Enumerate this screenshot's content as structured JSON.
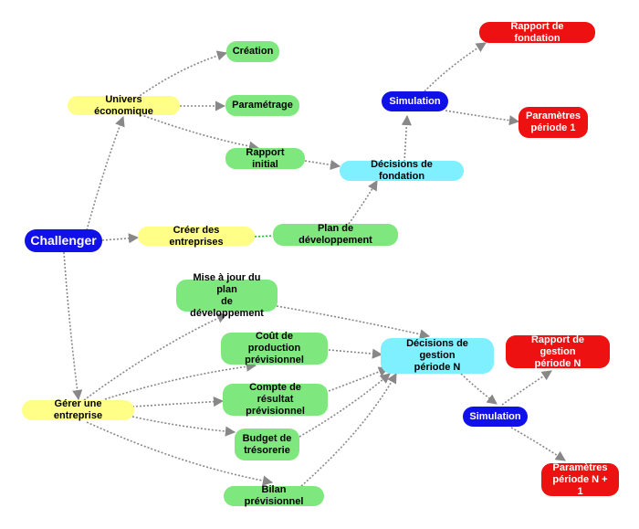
{
  "nodes": {
    "challenger": "Challenger",
    "univers": "Univers économique",
    "creation": "Création",
    "parametrage": "Paramétrage",
    "rapport_initial": "Rapport initial",
    "creer": "Créer des entreprises",
    "plan_dev": "Plan de développement",
    "decisions_fondation": "Décisions de fondation",
    "simulation_1": "Simulation",
    "rapport_fondation": "Rapport de fondation",
    "param_p1": "Paramètres\npériode 1",
    "gerer": "Gérer une entreprise",
    "maj_plan": "Mise à jour du plan\nde développement",
    "cout_prod": "Coût de production\nprévisionnel",
    "compte_res": "Compte de résultat\nprévisionnel",
    "budget": "Budget de\ntrésorerie",
    "bilan": "Bilan prévisionnel",
    "decisions_gestion": "Décisions de gestion\npériode N",
    "simulation_2": "Simulation",
    "rapport_gestion": "Rapport de gestion\npériode N",
    "param_pn1": "Paramètres\npériode N + 1"
  },
  "colors": {
    "green": "#7ee87e",
    "yellow": "#ffff88",
    "cyan": "#7ff0ff",
    "blue": "#1010e8",
    "red": "#ee1111",
    "edge": "#888888",
    "edge_green": "#22bb22"
  }
}
